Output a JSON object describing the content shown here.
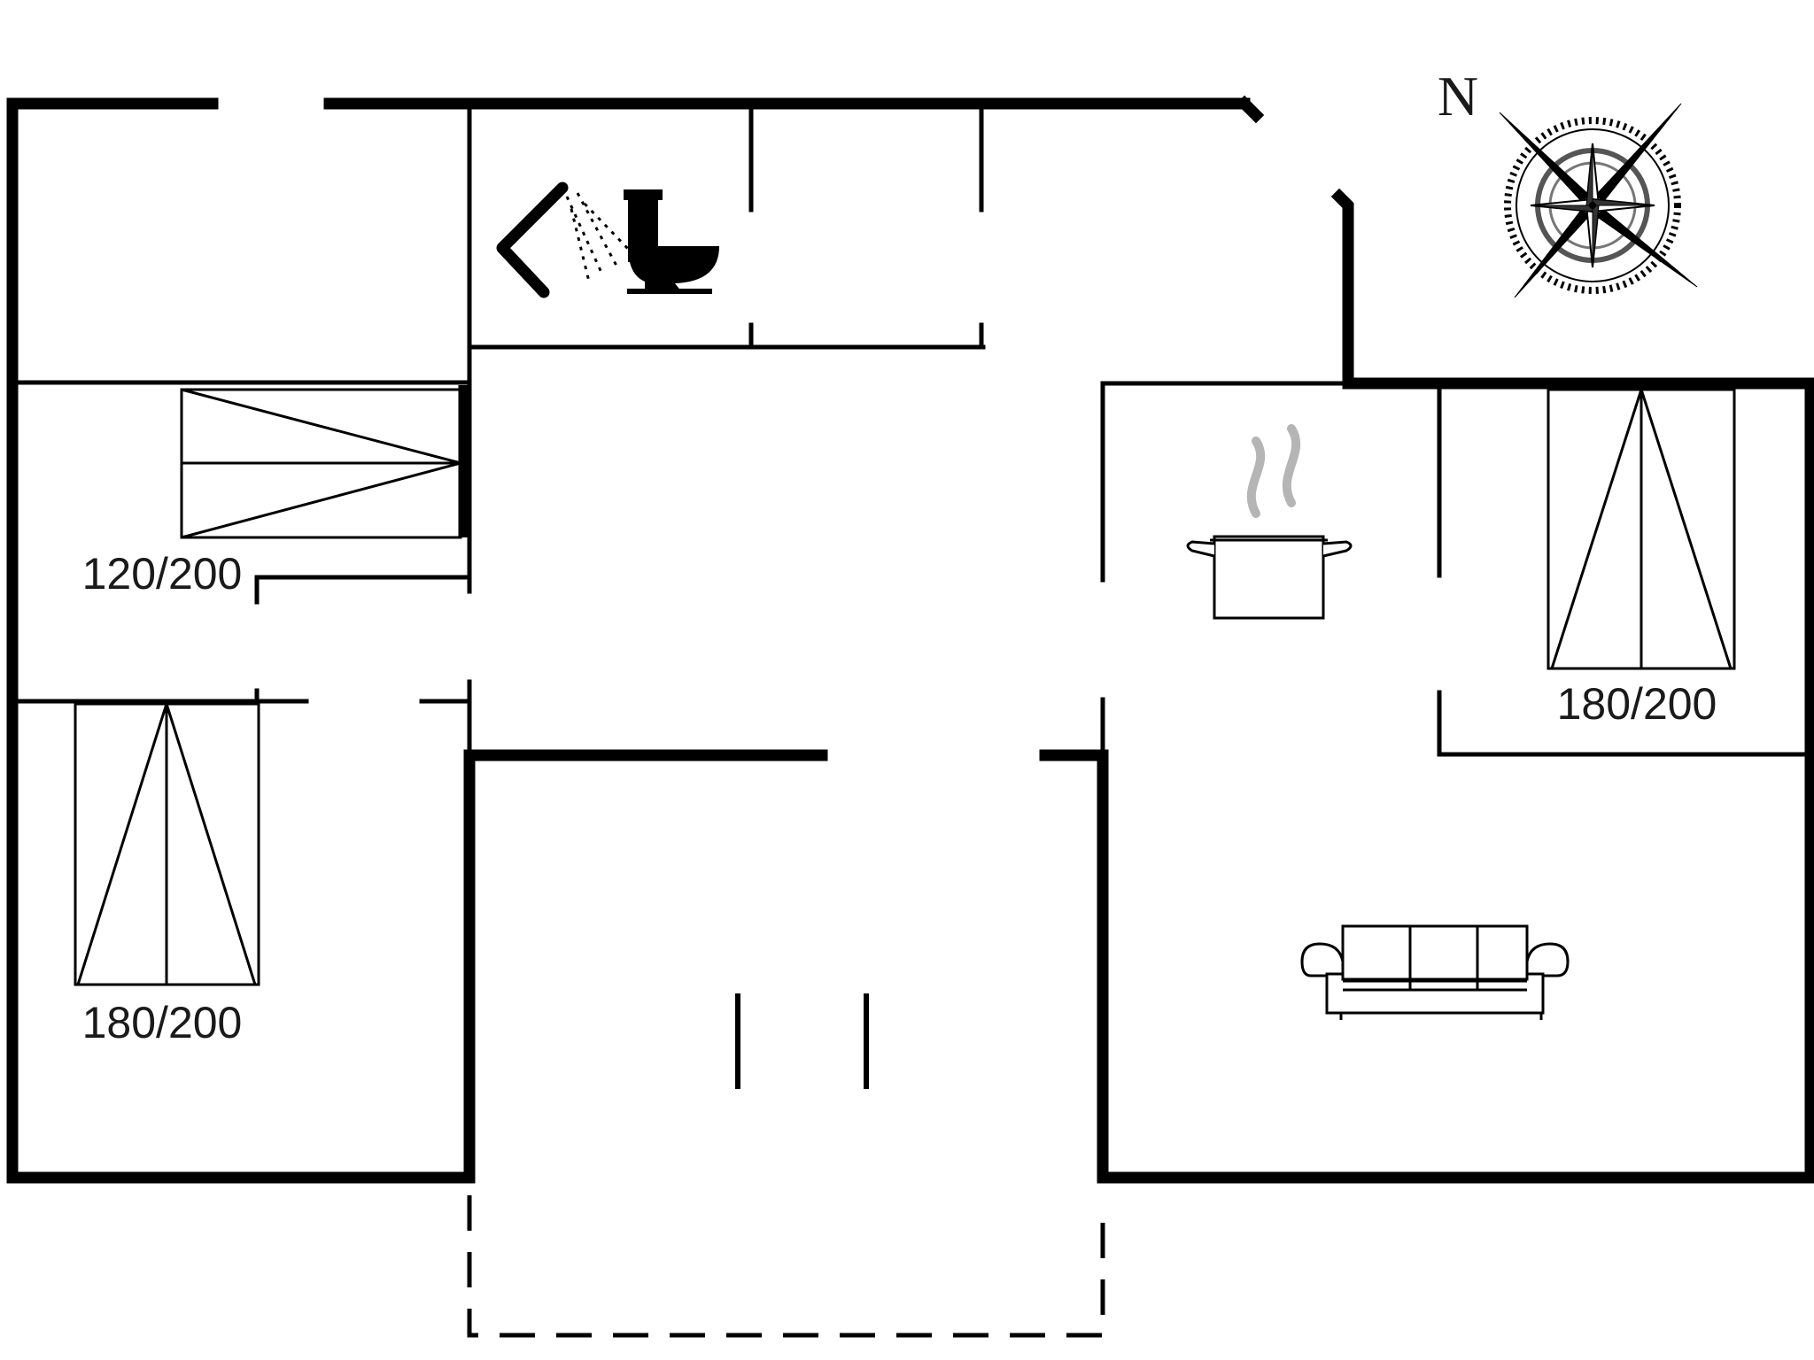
{
  "compass": {
    "north_label": "N"
  },
  "rooms": {
    "bedroom_single": {
      "bed_label": "120/200"
    },
    "bedroom_southwest": {
      "bed_label": "180/200"
    },
    "bedroom_east": {
      "bed_label": "180/200"
    }
  },
  "icons": [
    "shower-icon",
    "toilet-icon",
    "cooking-pot-icon",
    "sofa-icon",
    "compass-rose-icon"
  ],
  "colors": {
    "wall": "#000000",
    "steam": "#b5b5b5",
    "background": "#ffffff"
  }
}
